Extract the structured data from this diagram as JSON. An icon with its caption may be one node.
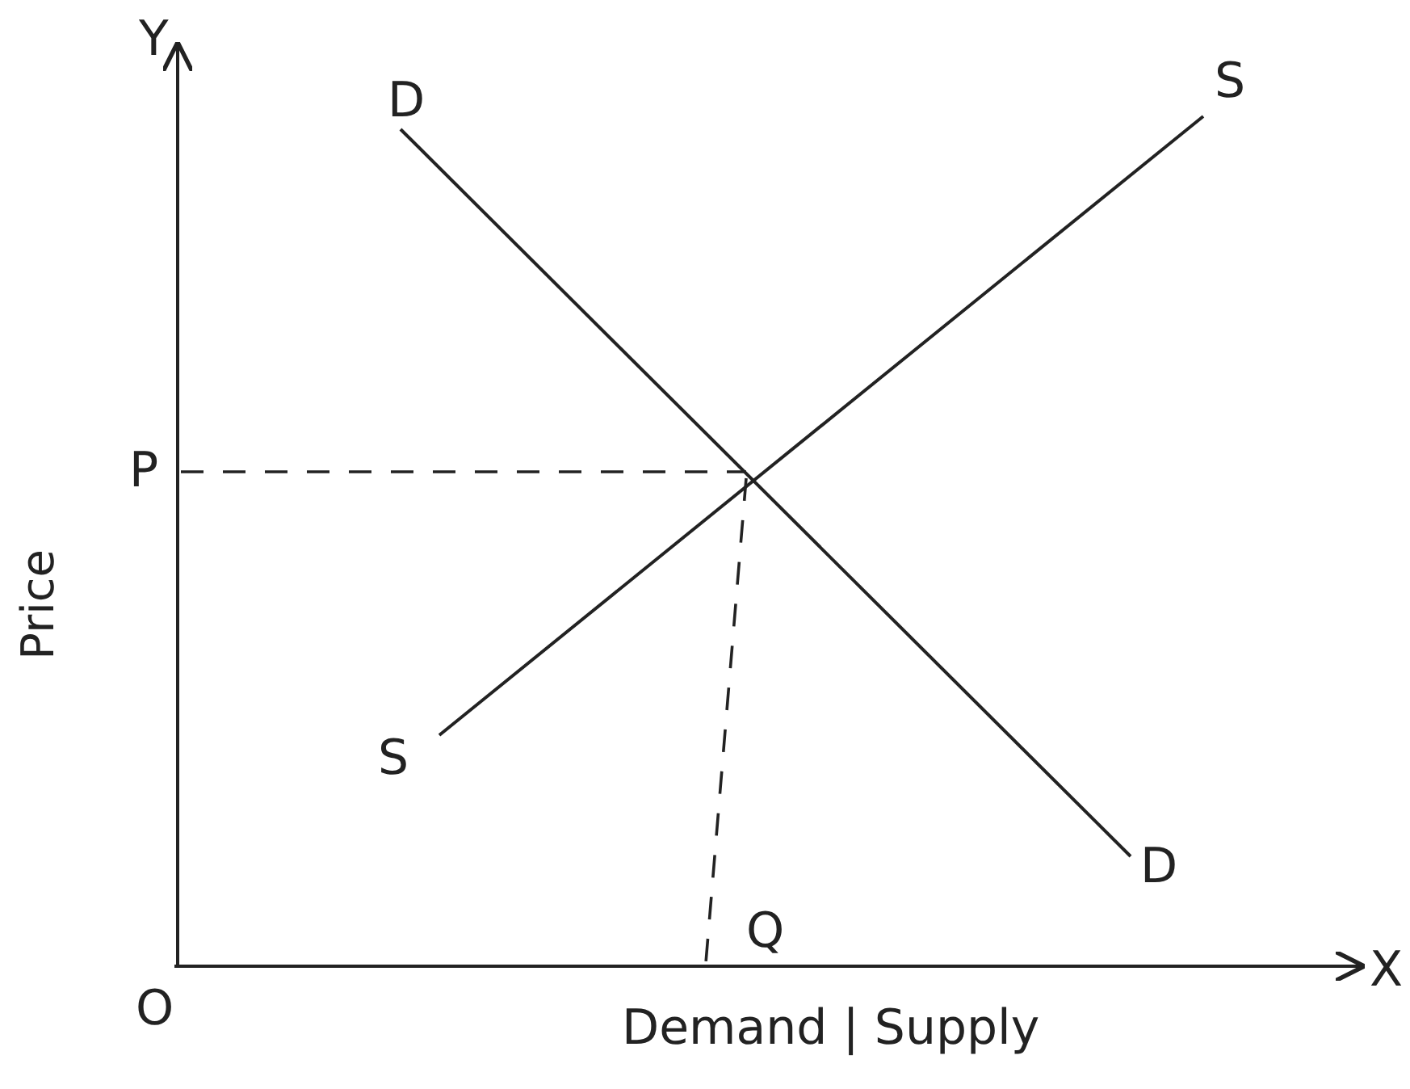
{
  "diagram": {
    "labels": [
      "Y",
      "D",
      "S",
      "P",
      "Price",
      "S",
      "D",
      "Q",
      "O",
      "X",
      "Demand | Supply"
    ]
  }
}
